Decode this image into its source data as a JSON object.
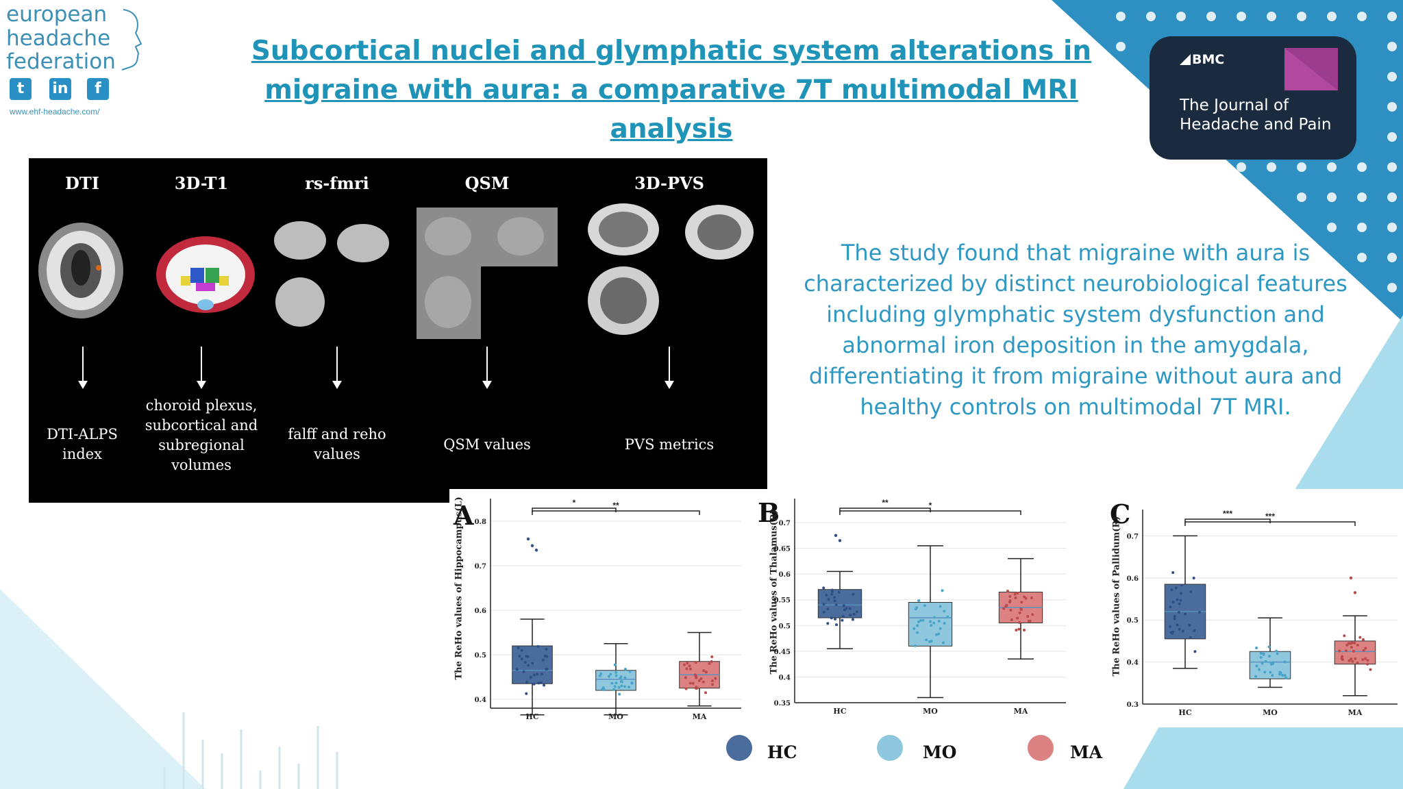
{
  "header": {
    "org_logo_lines": [
      "european",
      "headache",
      "federation"
    ],
    "social": {
      "twitter": "t",
      "linkedin": "in",
      "facebook": "f"
    },
    "site_url": "www.ehf-headache.com/",
    "title": "Subcortical nuclei and glymphatic system alterations in migraine with aura: a comparative 7T multimodal MRI analysis"
  },
  "journal_badge": {
    "publisher": "BMC",
    "journal_line1": "The Journal of",
    "journal_line2": "Headache and Pain"
  },
  "summary": "The study found that migraine with aura is characterized by distinct neurobiological features including glymphatic system dysfunction and abnormal iron deposition in the amygdala, differentiating it from migraine without aura and healthy controls on multimodal 7T MRI.",
  "workflow": {
    "modalities": [
      "DTI",
      "3D-T1",
      "rs-fmri",
      "QSM",
      "3D-PVS"
    ],
    "outputs": [
      [
        "DTI-ALPS",
        "index"
      ],
      [
        "choroid plexus,",
        "subcortical and",
        "subregional",
        "volumes"
      ],
      [
        "falff and reho",
        "values"
      ],
      [
        "QSM values"
      ],
      [
        "PVS metrics"
      ]
    ]
  },
  "legend": [
    {
      "label": "HC",
      "color": "#4a6d9e"
    },
    {
      "label": "MO",
      "color": "#8fc8de"
    },
    {
      "label": "MA",
      "color": "#dc8282"
    }
  ],
  "chart_data": [
    {
      "type": "box",
      "panel": "A",
      "ylabel": "The ReHo values of Hippocampus(L)",
      "categories": [
        "HC",
        "MO",
        "MA"
      ],
      "yticks": [
        0.4,
        0.5,
        0.6,
        0.7,
        0.8
      ],
      "ylim": [
        0.38,
        0.82
      ],
      "boxes": [
        {
          "min": 0.365,
          "q1": 0.435,
          "median": 0.465,
          "q3": 0.52,
          "max": 0.58,
          "outliers": [
            0.76,
            0.745,
            0.735
          ]
        },
        {
          "min": 0.365,
          "q1": 0.42,
          "median": 0.445,
          "q3": 0.465,
          "max": 0.525,
          "outliers": []
        },
        {
          "min": 0.385,
          "q1": 0.425,
          "median": 0.455,
          "q3": 0.485,
          "max": 0.55,
          "outliers": []
        }
      ],
      "significance": [
        {
          "from": "HC",
          "to": "MO",
          "label": "*"
        },
        {
          "from": "HC",
          "to": "MA",
          "label": "**"
        }
      ]
    },
    {
      "type": "box",
      "panel": "B",
      "ylabel": "The ReHo values of Thalamus(R)",
      "categories": [
        "HC",
        "MO",
        "MA"
      ],
      "yticks": [
        0.35,
        0.4,
        0.45,
        0.5,
        0.55,
        0.6,
        0.65,
        0.7
      ],
      "ylim": [
        0.35,
        0.72
      ],
      "boxes": [
        {
          "min": 0.455,
          "q1": 0.515,
          "median": 0.54,
          "q3": 0.57,
          "max": 0.605,
          "outliers": [
            0.675,
            0.665
          ]
        },
        {
          "min": 0.36,
          "q1": 0.46,
          "median": 0.515,
          "q3": 0.545,
          "max": 0.655,
          "outliers": []
        },
        {
          "min": 0.435,
          "q1": 0.505,
          "median": 0.535,
          "q3": 0.565,
          "max": 0.63,
          "outliers": []
        }
      ],
      "significance": [
        {
          "from": "HC",
          "to": "MO",
          "label": "**"
        },
        {
          "from": "HC",
          "to": "MA",
          "label": "*"
        }
      ]
    },
    {
      "type": "box",
      "panel": "C",
      "ylabel": "The ReHo values of Pallidum(R)",
      "categories": [
        "HC",
        "MO",
        "MA"
      ],
      "yticks": [
        0.3,
        0.4,
        0.5,
        0.6,
        0.7
      ],
      "ylim": [
        0.3,
        0.73
      ],
      "boxes": [
        {
          "min": 0.385,
          "q1": 0.455,
          "median": 0.52,
          "q3": 0.585,
          "max": 0.7,
          "outliers": []
        },
        {
          "min": 0.34,
          "q1": 0.36,
          "median": 0.4,
          "q3": 0.425,
          "max": 0.505,
          "outliers": []
        },
        {
          "min": 0.32,
          "q1": 0.395,
          "median": 0.425,
          "q3": 0.45,
          "max": 0.51,
          "outliers": [
            0.6,
            0.565
          ]
        }
      ],
      "significance": [
        {
          "from": "HC",
          "to": "MO",
          "label": "***"
        },
        {
          "from": "HC",
          "to": "MA",
          "label": "***"
        }
      ]
    }
  ]
}
